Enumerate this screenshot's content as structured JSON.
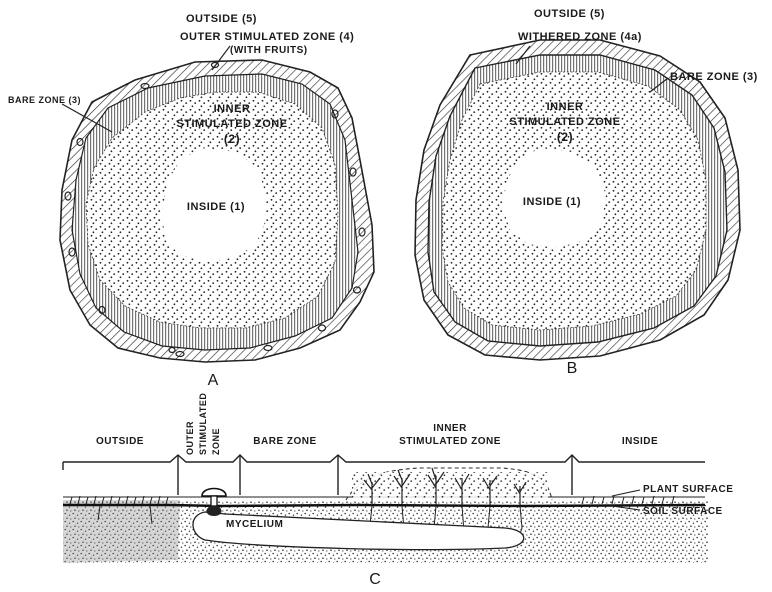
{
  "figure_a": {
    "letter": "A",
    "outside": "OUTSIDE (5)",
    "outer_zone_1": "OUTER STIMULATED ZONE (4)",
    "outer_zone_2": "(WITH FRUITS)",
    "bare": "BARE ZONE (3)",
    "inner_1": "INNER",
    "inner_2": "STIMULATED ZONE",
    "inner_3": "(2)",
    "inside": "INSIDE (1)"
  },
  "figure_b": {
    "letter": "B",
    "outside": "OUTSIDE (5)",
    "withered": "WITHERED ZONE (4a)",
    "bare": "BARE ZONE (3)",
    "inner_1": "INNER",
    "inner_2": "STIMULATED ZONE",
    "inner_3": "(2)",
    "inside": "INSIDE (1)"
  },
  "figure_c": {
    "letter": "C",
    "outside": "OUTSIDE",
    "outer_1": "OUTER",
    "outer_2": "STIMULATED",
    "outer_3": "ZONE",
    "bare": "BARE ZONE",
    "inner_1": "INNER",
    "inner_2": "STIMULATED ZONE",
    "inside": "INSIDE",
    "mycelium": "MYCELIUM",
    "plant_surface": "PLANT SURFACE",
    "soil_surface": "SOIL SURFACE"
  }
}
